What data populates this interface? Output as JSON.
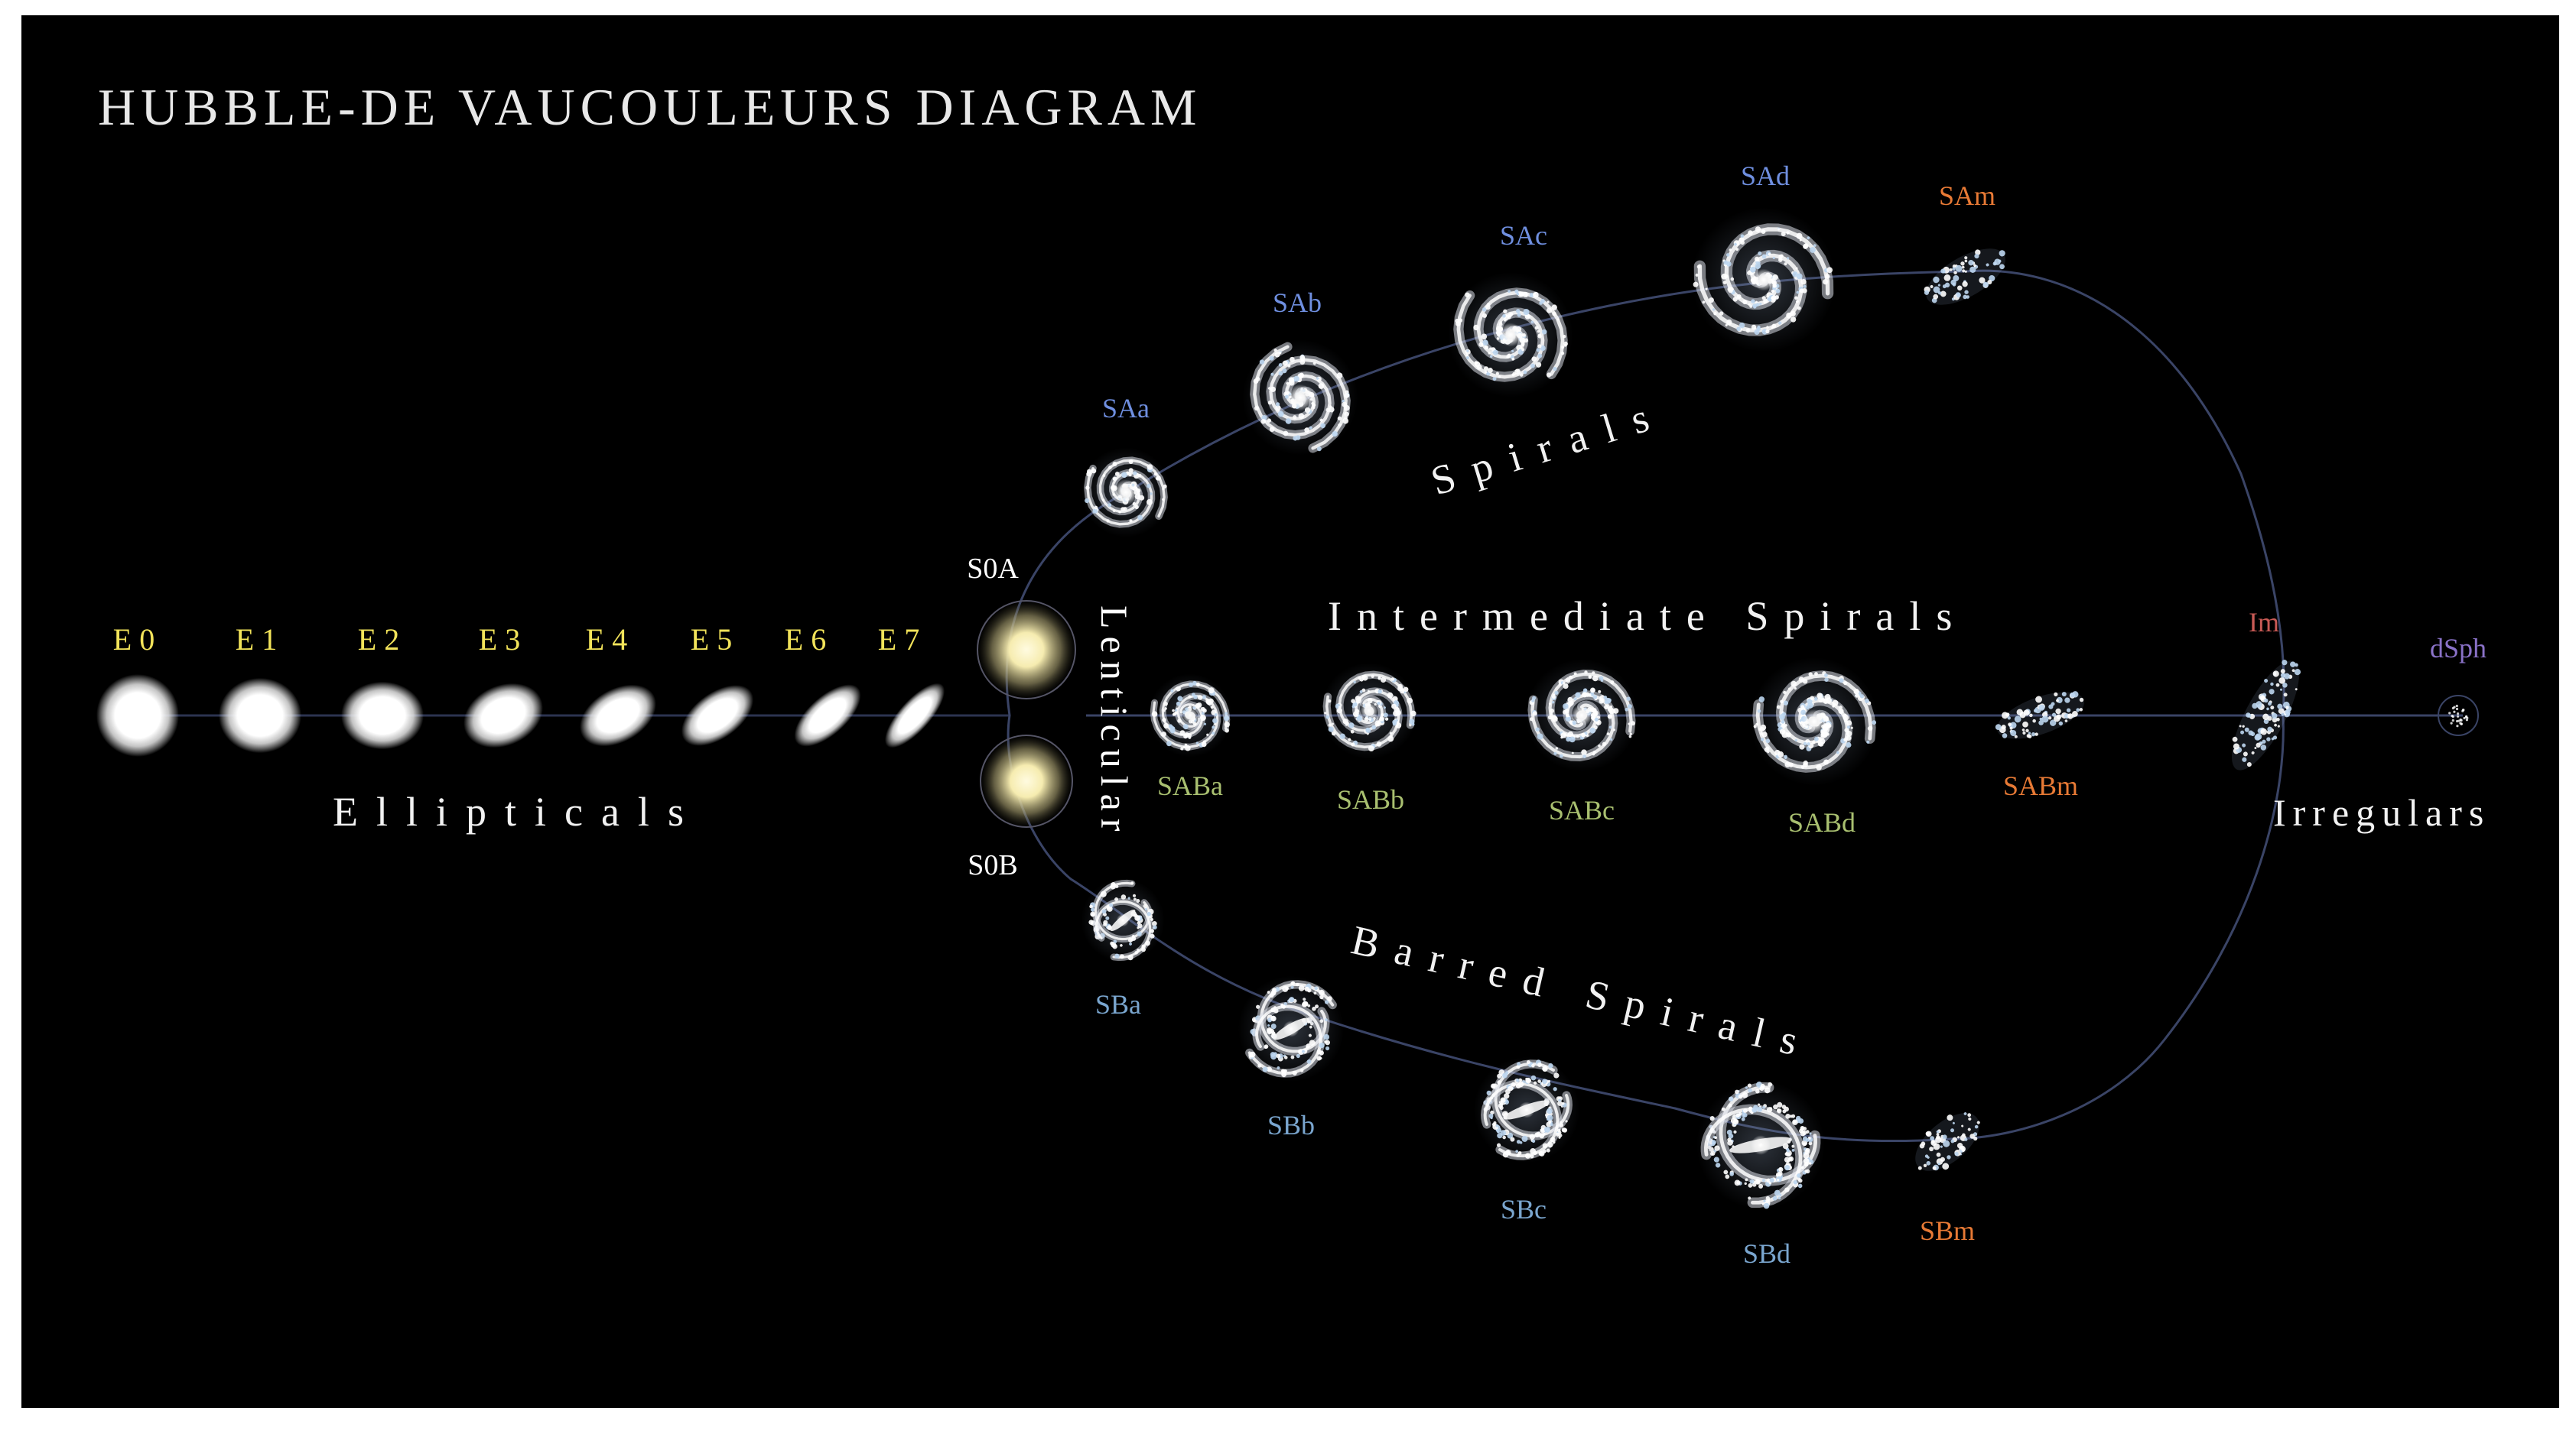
{
  "title": "HUBBLE-DE VAUCOULEURS DIAGRAM",
  "colors": {
    "background": "#000000",
    "title": "#e8e8e8",
    "elliptical_label": "#f2e35a",
    "spiral_label": "#6f8fe0",
    "intermediate_label": "#a9c070",
    "barred_label": "#7aa6cf",
    "magellanic_label": "#e87a35",
    "irregular_label": "#c85a55",
    "dsph_label": "#8a72c8",
    "group_label": "#f2f2f2",
    "lenticular_label": "#ffffff",
    "track_line": "#3a4466"
  },
  "groups": {
    "ellipticals": "Ellipticals",
    "lenticular": "Lenticular",
    "spirals": "Spirals",
    "intermediate": "Intermediate Spirals",
    "barred": "Barred Spirals",
    "irregulars": "Irregulars"
  },
  "ellipticals": [
    "E0",
    "E1",
    "E2",
    "E3",
    "E4",
    "E5",
    "E6",
    "E7"
  ],
  "lenticulars": [
    "S0A",
    "S0B"
  ],
  "spirals": [
    "SAa",
    "SAb",
    "SAc",
    "SAd",
    "SAm"
  ],
  "intermediate_spirals": [
    "SABa",
    "SABb",
    "SABc",
    "SABd",
    "SABm"
  ],
  "barred_spirals": [
    "SBa",
    "SBb",
    "SBc",
    "SBd",
    "SBm"
  ],
  "irregulars": [
    "Im",
    "dSph"
  ]
}
